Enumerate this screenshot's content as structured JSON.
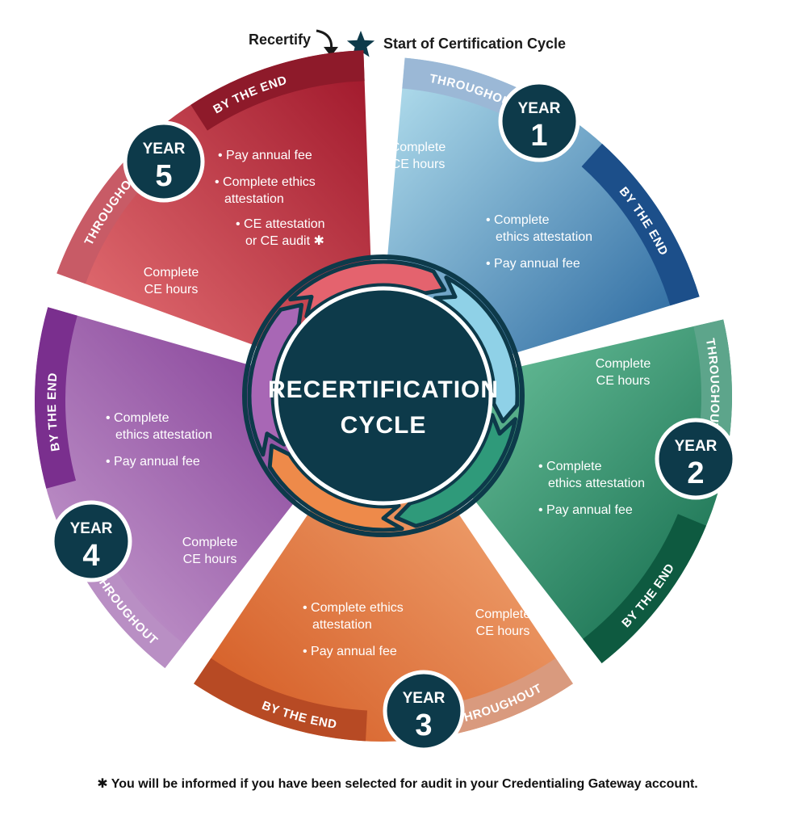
{
  "header": {
    "recertify_label": "Recertify",
    "start_label": "Start of Certification Cycle"
  },
  "center": {
    "line1": "RECERTIFICATION",
    "line2": "CYCLE"
  },
  "years": [
    {
      "year_word": "YEAR",
      "number": "1",
      "throughout_label": "THROUGHOUT",
      "by_the_end_label": "BY THE END",
      "throughout_text": [
        "Complete",
        "CE hours"
      ],
      "bullets": [
        [
          "• Complete",
          "ethics attestation"
        ],
        [
          "• Pay annual fee"
        ]
      ]
    },
    {
      "year_word": "YEAR",
      "number": "2",
      "throughout_label": "THROUGHOUT",
      "by_the_end_label": "BY THE END",
      "throughout_text": [
        "Complete",
        "CE hours"
      ],
      "bullets": [
        [
          "• Complete",
          "ethics attestation"
        ],
        [
          "• Pay annual fee"
        ]
      ]
    },
    {
      "year_word": "YEAR",
      "number": "3",
      "throughout_label": "THROUGHOUT",
      "by_the_end_label": "BY THE END",
      "throughout_text": [
        "Complete",
        "CE hours"
      ],
      "bullets": [
        [
          "• Complete ethics",
          "attestation"
        ],
        [
          "• Pay annual fee"
        ]
      ]
    },
    {
      "year_word": "YEAR",
      "number": "4",
      "throughout_label": "THROUGHOUT",
      "by_the_end_label": "BY THE END",
      "throughout_text": [
        "Complete",
        "CE hours"
      ],
      "bullets": [
        [
          "• Complete",
          "ethics attestation"
        ],
        [
          "• Pay annual fee"
        ]
      ]
    },
    {
      "year_word": "YEAR",
      "number": "5",
      "throughout_label": "THROUGHOUT",
      "by_the_end_label": "BY THE END",
      "throughout_text": [
        "Complete",
        "CE hours"
      ],
      "bullets": [
        [
          "• Pay annual fee"
        ],
        [
          "• Complete ethics",
          "attestation"
        ],
        [
          "• CE attestation",
          "or CE audit ✱"
        ]
      ]
    }
  ],
  "footnote": "✱ You will be informed if you have been selected for audit in your Credentialing Gateway account.",
  "colors": {
    "dark_teal": "#0d3a4a",
    "year1": [
      "#aadcec",
      "#1a5a96"
    ],
    "year2": [
      "#6cc7a0",
      "#0f6b4c"
    ],
    "year3": [
      "#f4a772",
      "#d65a20"
    ],
    "year4": [
      "#c497cc",
      "#7a3390"
    ],
    "year5": [
      "#e87076",
      "#a4182c"
    ]
  }
}
